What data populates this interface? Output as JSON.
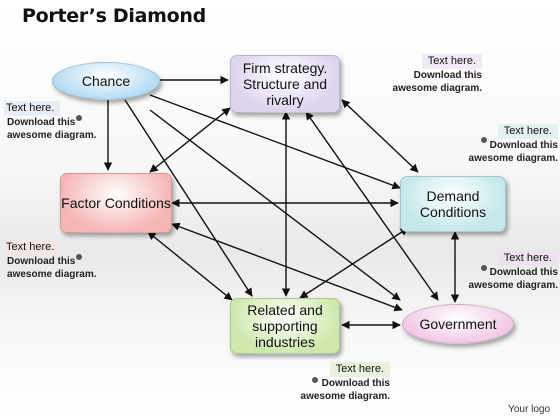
{
  "title": "Porter’s Diamond",
  "nodes": {
    "chance": "Chance",
    "firm": "Firm strategy. Structure and rivalry",
    "factor": "Factor Conditions",
    "demand": "Demand Conditions",
    "related": "Related and supporting industries",
    "government": "Government"
  },
  "notes": [
    {
      "head": "Text here.",
      "body": "Download this awesome diagram."
    },
    {
      "head": "Text here.",
      "body": "Download this awesome diagram."
    },
    {
      "head": "Text here.",
      "body": "Download this awesome diagram."
    },
    {
      "head": "Text here.",
      "body": "Download this awesome diagram."
    },
    {
      "head": "Text here.",
      "body": "Download this awesome diagram."
    },
    {
      "head": "Text here.",
      "body": "Download this awesome diagram."
    }
  ],
  "logo": "Your logo",
  "colors": {
    "chance": "#b6dcf3",
    "firm": "#ddd4ef",
    "factor": "#f6b6b6",
    "demand": "#c5e8ea",
    "related": "#cfe8ad",
    "government": "#f2c9e6"
  }
}
